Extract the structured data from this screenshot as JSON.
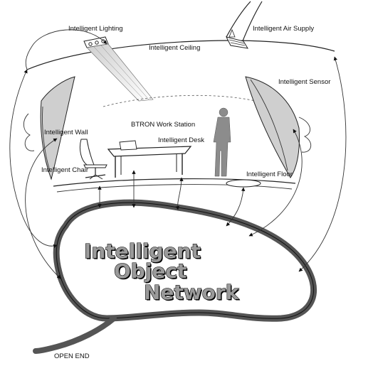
{
  "labels": {
    "lighting": "Intelligent Lighting",
    "air_supply": "Intelligent Air Supply",
    "ceiling": "Intelligent Ceiling",
    "sensor": "Intelligent Sensor",
    "workstation": "BTRON Work Station",
    "desk": "Intelligent Desk",
    "wall": "Intelligent Wall",
    "chair": "Intelligent Chair",
    "floor": "Intelligent Floor",
    "open_end": "OPEN END"
  },
  "network": {
    "line1": "Intelligent",
    "line2": "Object",
    "line3": "Network"
  }
}
